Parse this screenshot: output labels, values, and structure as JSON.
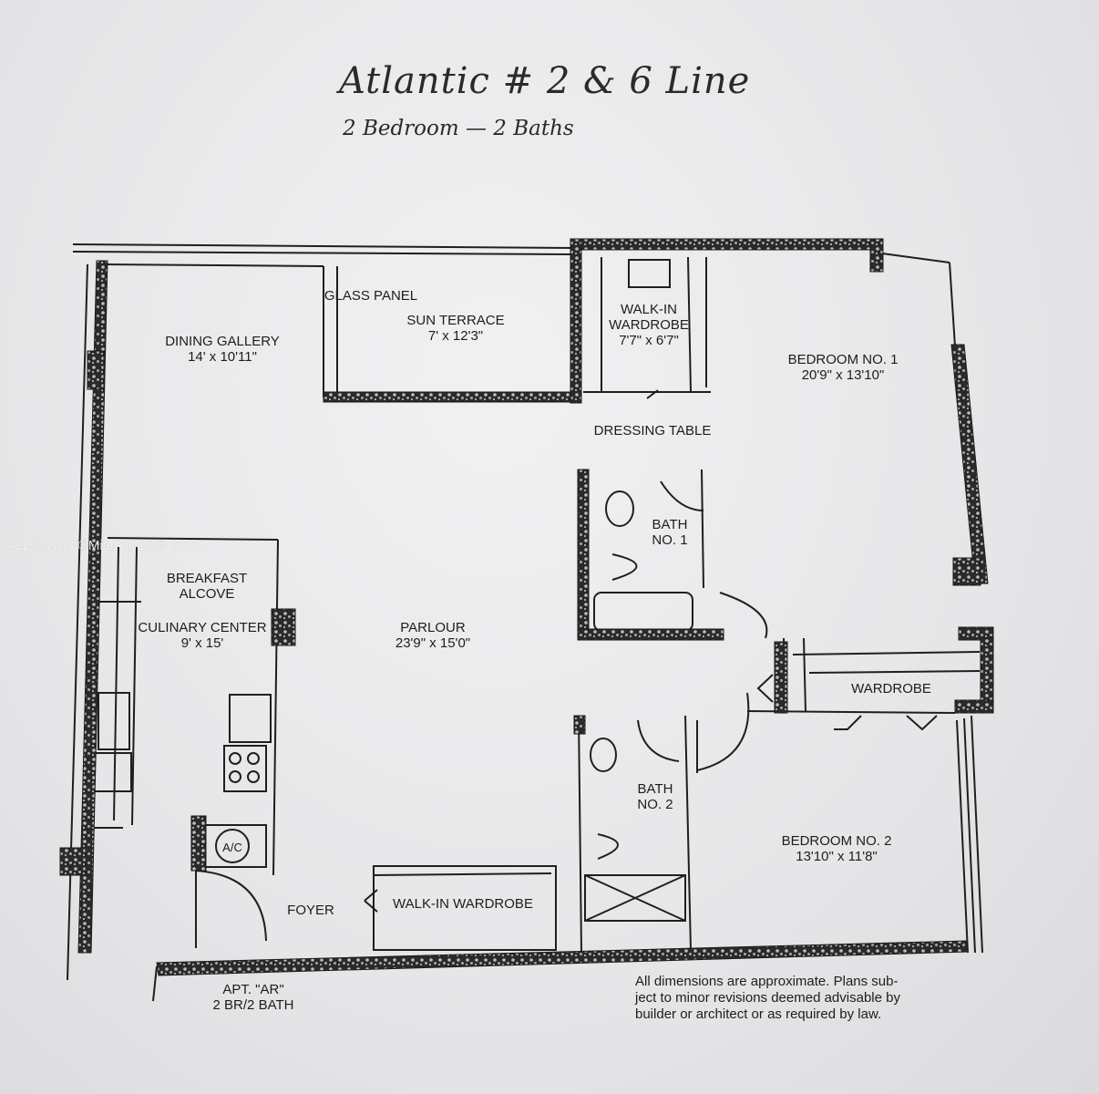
{
  "header": {
    "title": "Atlantic # 2 & 6 Line",
    "subtitle": "2 Bedroom — 2 Baths"
  },
  "rooms": {
    "dining": {
      "name": "DINING GALLERY",
      "dim": "14' x 10'11\""
    },
    "glass_panel": {
      "name": "GLASS PANEL"
    },
    "sun_terrace": {
      "name": "SUN TERRACE",
      "dim": "7' x 12'3\""
    },
    "walkin_1": {
      "name": "WALK-IN",
      "name2": "WARDROBE",
      "dim": "7'7\" x 6'7\""
    },
    "bedroom_1": {
      "name": "BEDROOM NO. 1",
      "dim": "20'9\" x 13'10\""
    },
    "dressing": {
      "name": "DRESSING TABLE"
    },
    "bath_1": {
      "name": "BATH",
      "name2": "NO. 1"
    },
    "breakfast": {
      "name": "BREAKFAST",
      "name2": "ALCOVE"
    },
    "culinary": {
      "name": "CULINARY CENTER",
      "dim": "9' x 15'"
    },
    "parlour": {
      "name": "PARLOUR",
      "dim": "23'9\" x 15'0\""
    },
    "wardrobe": {
      "name": "WARDROBE"
    },
    "bath_2": {
      "name": "BATH",
      "name2": "NO. 2"
    },
    "bedroom_2": {
      "name": "BEDROOM NO. 2",
      "dim": "13'10\" x 11'8\""
    },
    "foyer": {
      "name": "FOYER"
    },
    "walkin_2": {
      "name": "WALK-IN WARDROBE"
    },
    "ac": {
      "name": "A/C"
    }
  },
  "apartment": {
    "line1": "APT. \"AR\"",
    "line2": "2 BR/2 BATH"
  },
  "disclaimer": {
    "line1": "All dimensions are approximate. Plans sub-",
    "line2": "ject to minor revisions deemed advisable by",
    "line3": "builder or architect or as required by law."
  },
  "watermark": "A11504744 ©Miami MLS® 2024",
  "colors": {
    "paper": "#e9e9ea",
    "ink": "#1d1d1d"
  }
}
